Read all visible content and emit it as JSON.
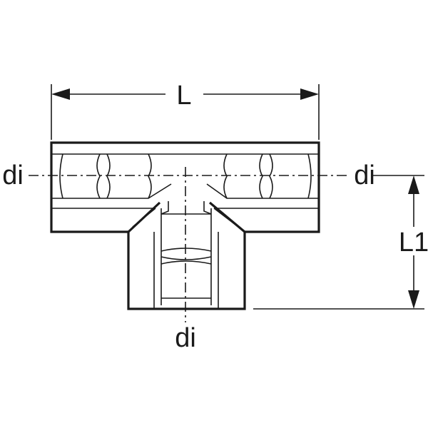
{
  "labels": {
    "overall_length": "L",
    "branch_length": "L1",
    "inner_diameter_left": "di",
    "inner_diameter_right": "di",
    "inner_diameter_branch": "di"
  },
  "colors": {
    "line": "#1a1a1a",
    "background": "#ffffff"
  }
}
